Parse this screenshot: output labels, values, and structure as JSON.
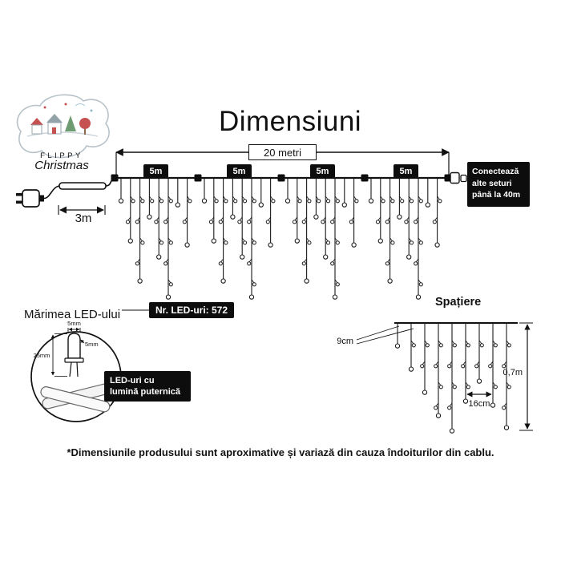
{
  "page": {
    "title": "Dimensiuni",
    "footnote": "*Dimensiunile produsului sunt aproximative și variază din cauza îndoiturilor din cablu."
  },
  "logo": {
    "brand_top": "FLIPPY",
    "brand_bottom": "Christmas"
  },
  "main_diagram": {
    "total_length": "20 metri",
    "sections": [
      "5m",
      "5m",
      "5m",
      "5m"
    ],
    "lead_length": "3m",
    "connect_note": "Conectează alte seturi până la 40m",
    "led_count": "Nr. LED-uri: 572"
  },
  "led_size": {
    "title": "Mărimea LED-ului",
    "width_label": "5mm",
    "dome_label": "5mm",
    "height_label": "25mm",
    "note": "LED-uri cu lumină puternică"
  },
  "spacing": {
    "title": "Spațiere",
    "led_gap": "9cm",
    "drop_gap": "16cm",
    "drop_height": "0,7m"
  },
  "colors": {
    "ink": "#111111",
    "label_box": "#0d0d0d",
    "logo_red": "#c0504d",
    "logo_gray": "#8d9ba1"
  }
}
